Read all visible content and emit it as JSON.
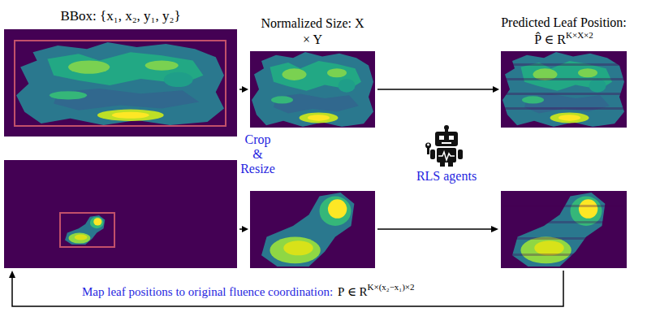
{
  "diagram": {
    "nodes": [
      {
        "text": [
          "BBox: {x₁, x₂, y₁, y₂}"
        ]
      },
      {
        "text": [
          "Normalized Size: X × Y"
        ]
      },
      {
        "text": [
          "Predicted Leaf Position:",
          "P̂ ∈ R",
          "K×X×2"
        ]
      }
    ],
    "edges": [
      {
        "from": 0,
        "to": 1,
        "arrow": "to"
      },
      {
        "from": 1,
        "to": 2,
        "arrow": "to"
      }
    ],
    "labels": [
      "Crop & Resize",
      "RLS agents",
      "Map leaf positions to original fluence coordination:",
      "P ∈ R",
      "K×(x₂−x₁)×2"
    ]
  }
}
